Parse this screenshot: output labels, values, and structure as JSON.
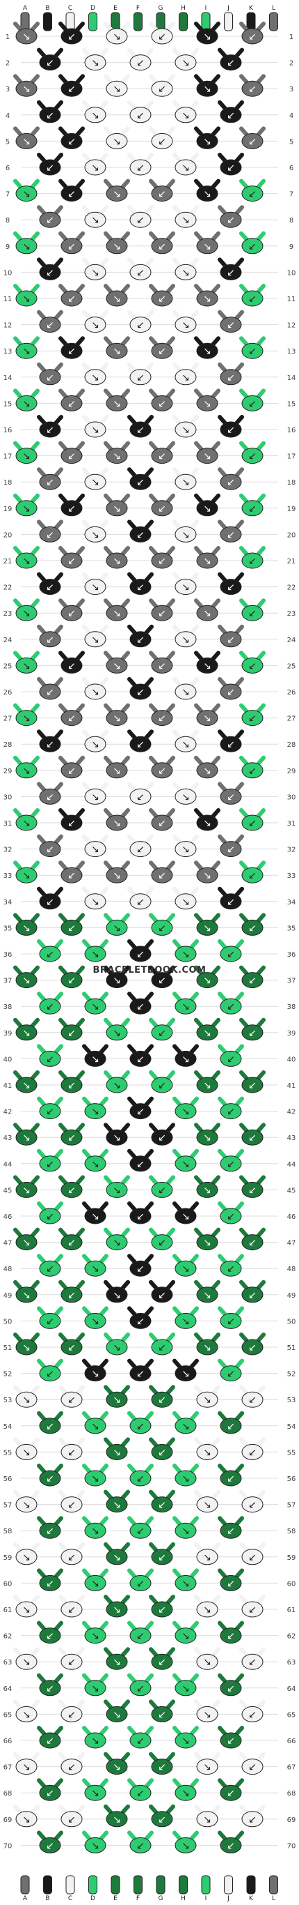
{
  "site_watermark": "BRACELETBOOK.COM",
  "strand_letters_top": [
    "A",
    "B",
    "C",
    "D",
    "E",
    "F",
    "G",
    "H",
    "I",
    "J",
    "K",
    "L"
  ],
  "strand_letters_bottom": [
    "A",
    "B",
    "C",
    "D",
    "E",
    "F",
    "G",
    "H",
    "I",
    "J",
    "K",
    "L"
  ],
  "strand_colors": {
    "A": "#707070",
    "B": "#1a1a1a",
    "C": "#f2f2f2",
    "D": "#2ecc71",
    "E": "#1e7a3c",
    "F": "#1e7a3c",
    "G": "#1e7a3c",
    "H": "#1e7a3c",
    "I": "#2ecc71",
    "J": "#f2f2f2",
    "K": "#1a1a1a",
    "L": "#707070"
  },
  "palette": {
    "dark_gray": "#707070",
    "black": "#1a1a1a",
    "white": "#f2f2f2",
    "bright_green": "#2ecc71",
    "dark_green": "#1e7a3c"
  },
  "row_count": 70,
  "knot_arrow_glyphs": {
    "forward": "↘",
    "backward": "↙"
  }
}
